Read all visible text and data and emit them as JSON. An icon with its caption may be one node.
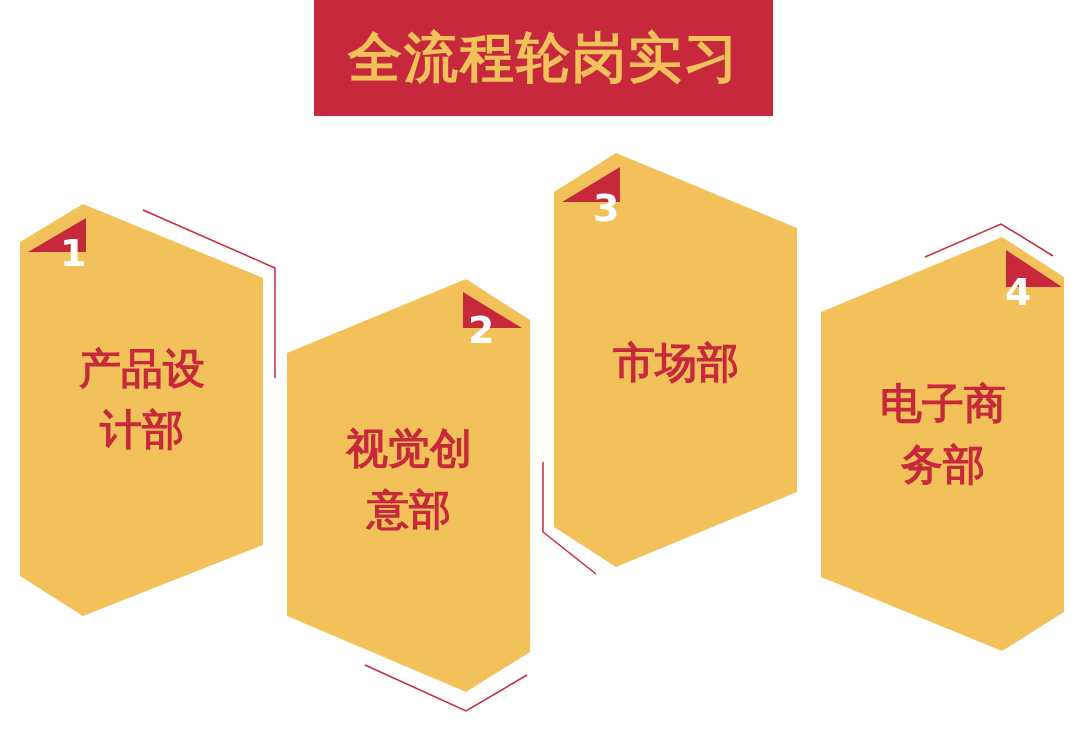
{
  "diagram": {
    "title": "全流程轮岗实习",
    "nodes": [
      {
        "text": [
          "1",
          "产品设计部"
        ]
      },
      {
        "text": [
          "2",
          "视觉创意部"
        ]
      },
      {
        "text": [
          "3",
          "市场部"
        ]
      },
      {
        "text": [
          "4",
          "电子商务部"
        ]
      }
    ]
  }
}
